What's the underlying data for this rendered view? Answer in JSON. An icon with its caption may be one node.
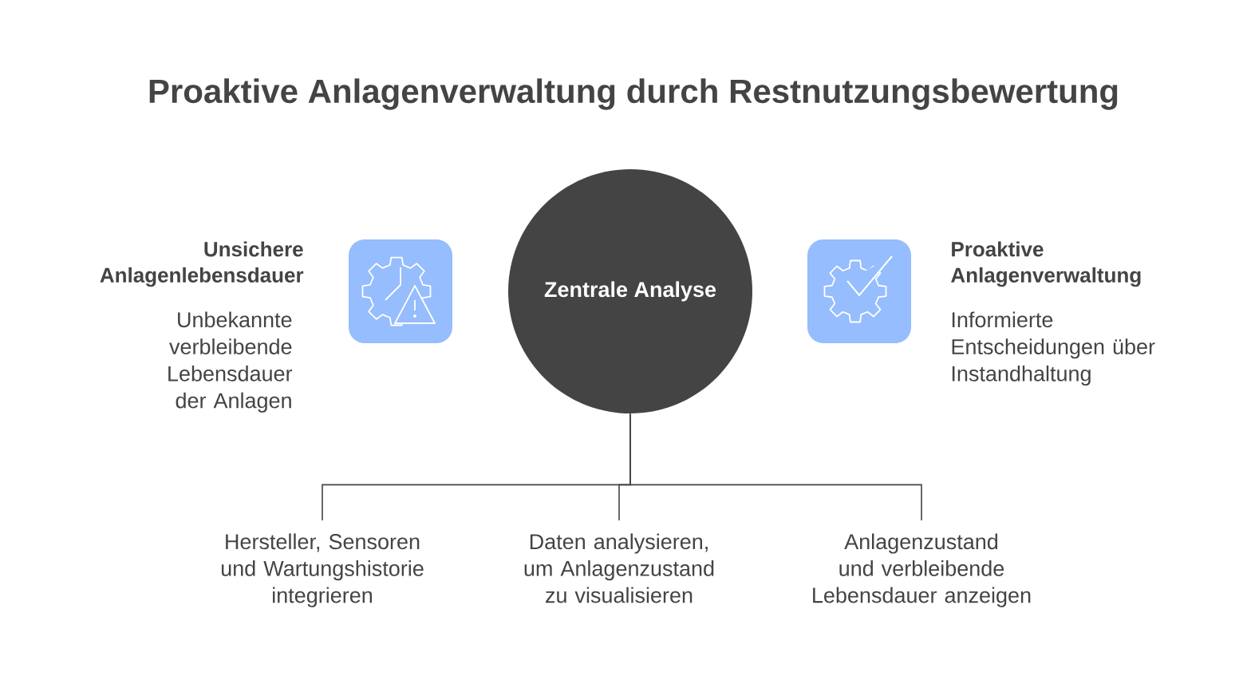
{
  "diagram": {
    "title": "Proaktive Anlagenverwaltung durch Restnutzungsbewertung",
    "nodes": [
      {
        "text": [
          "Zentrale Analyse"
        ]
      },
      {
        "text": [
          "Hersteller, Sensoren und Wartungshistorie integrieren"
        ]
      },
      {
        "text": [
          "Daten analysieren, um Anlagenzustand zu visualisieren"
        ]
      },
      {
        "text": [
          "Anlagenzustand und verbleibende Lebensdauer anzeigen"
        ]
      }
    ],
    "edges": [
      {
        "from": 0,
        "to": 1,
        "arrow": "none"
      },
      {
        "from": 0,
        "to": 2,
        "arrow": "none"
      },
      {
        "from": 0,
        "to": 3,
        "arrow": "none"
      }
    ],
    "labels": [
      "Unsichere Anlagenlebensdauer",
      "Unbekannte verbleibende Lebensdauer der Anlagen",
      "Proaktive Anlagenverwaltung",
      "Informierte Entscheidungen über Instandhaltung"
    ]
  }
}
